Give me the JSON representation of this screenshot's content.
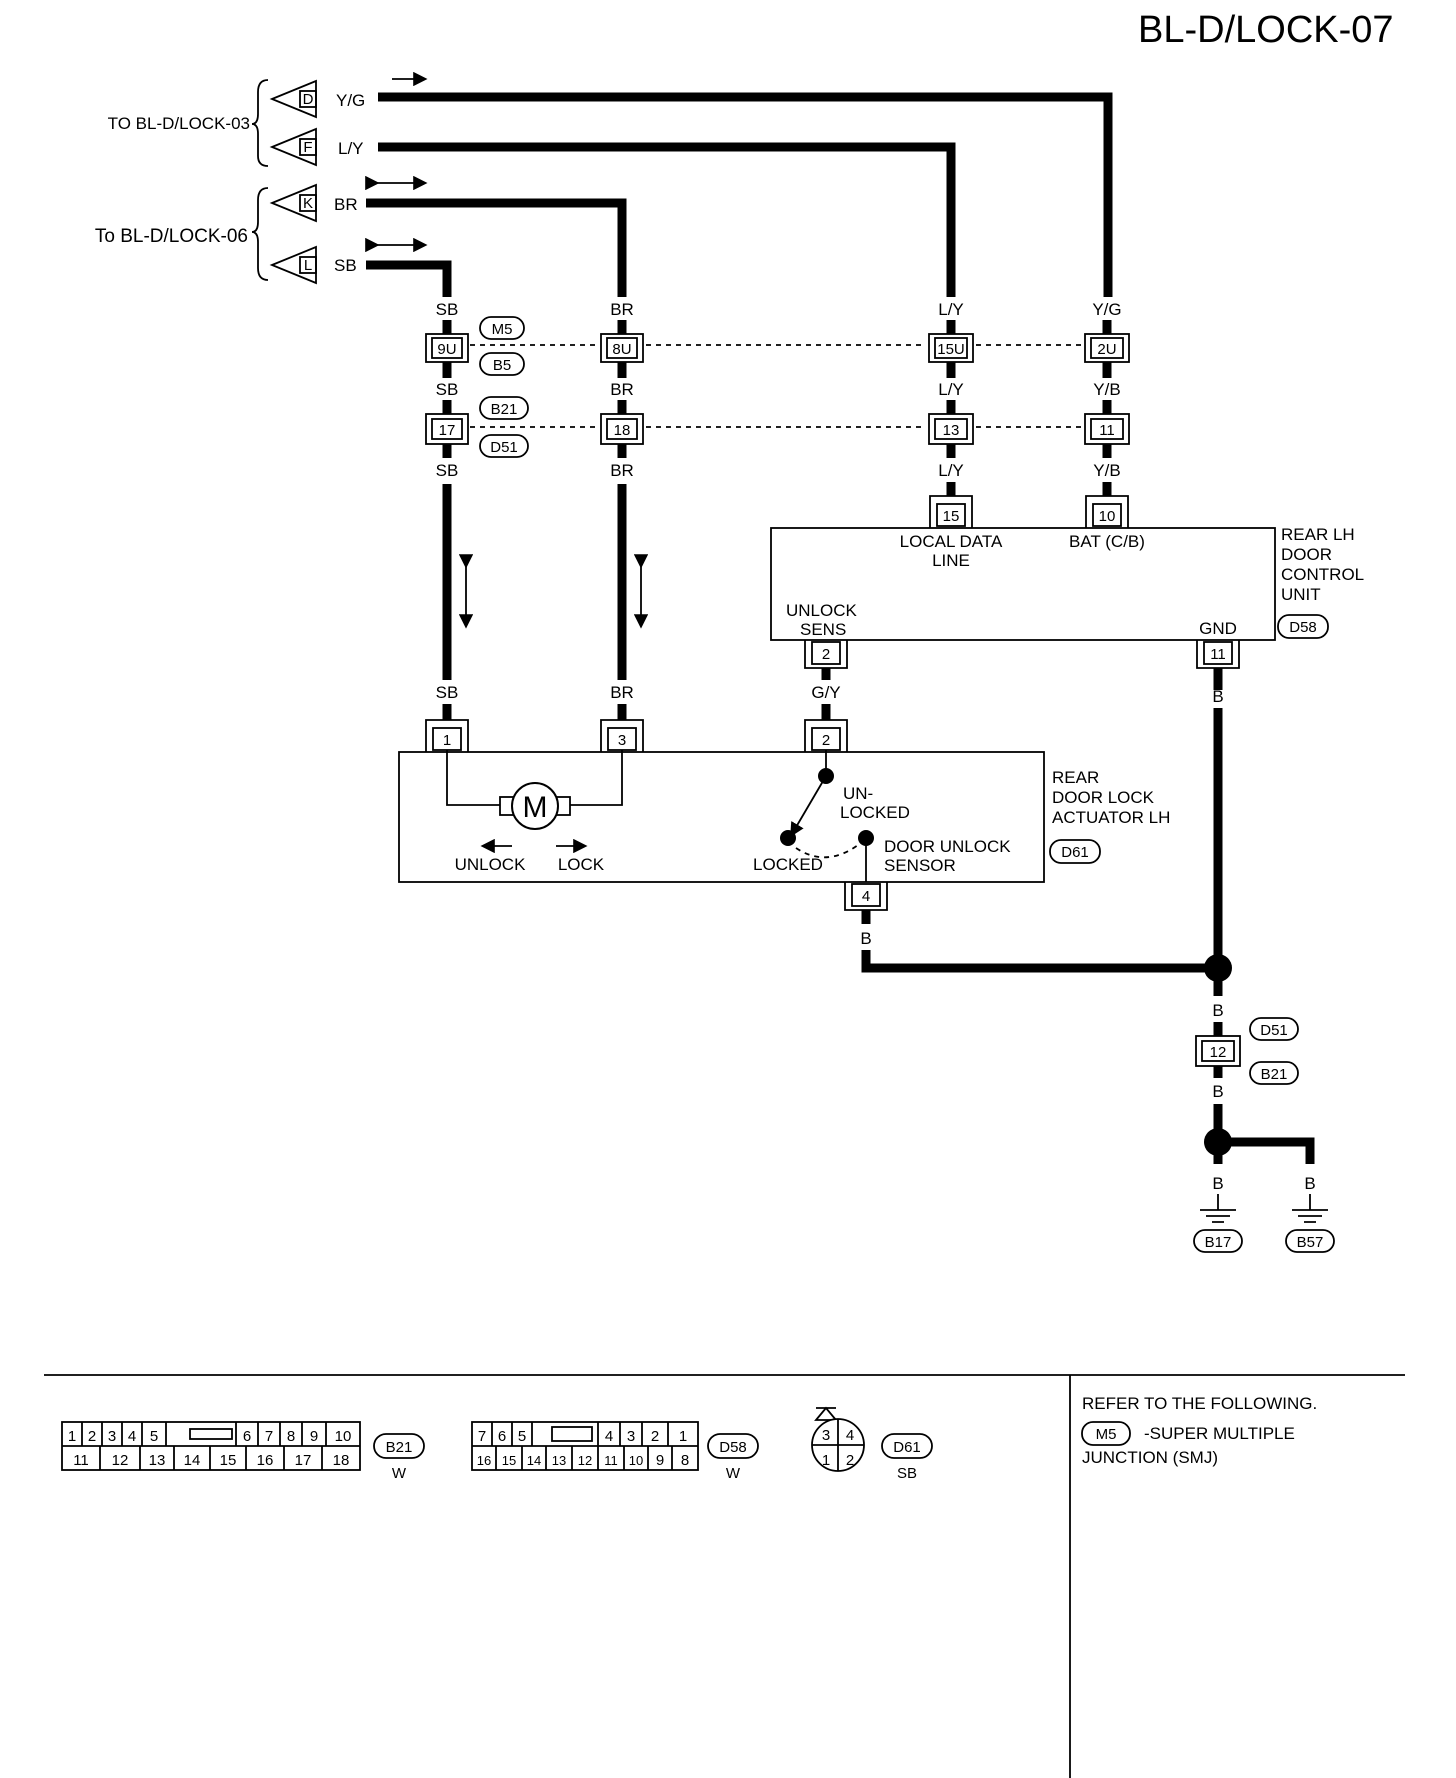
{
  "title": "BL-D/LOCK-07",
  "refs": {
    "to_lock03": "TO BL-D/LOCK-03",
    "to_lock06": "To BL-D/LOCK-06"
  },
  "connectors": {
    "D": {
      "letter": "D",
      "color": "Y/G"
    },
    "F": {
      "letter": "F",
      "color": "L/Y"
    },
    "K": {
      "letter": "K",
      "color": "BR"
    },
    "L": {
      "letter": "L",
      "color": "SB"
    }
  },
  "wires": {
    "sb": "SB",
    "br": "BR",
    "ly": "L/Y",
    "yg": "Y/G",
    "yb": "Y/B",
    "gy": "G/Y",
    "b": "B"
  },
  "junctions": {
    "m5": "M5",
    "b5": "B5",
    "b21": "B21",
    "d51": "D51",
    "pins_row1": [
      "9U",
      "8U",
      "15U",
      "2U"
    ],
    "pins_row2": [
      "17",
      "18",
      "13",
      "11"
    ]
  },
  "control_unit": {
    "name_lines": [
      "REAR LH",
      "DOOR",
      "CONTROL",
      "UNIT"
    ],
    "code": "D58",
    "pin_15": "15",
    "pin_10": "10",
    "pin_2": "2",
    "pin_11": "11",
    "local_data_line": [
      "LOCAL DATA",
      "LINE"
    ],
    "bat": "BAT (C/B)",
    "unlock_sens": [
      "UNLOCK",
      "SENS"
    ],
    "gnd": "GND"
  },
  "actuator": {
    "name_lines": [
      "REAR",
      "DOOR LOCK",
      "ACTUATOR LH"
    ],
    "code": "D61",
    "pin_1": "1",
    "pin_3": "3",
    "pin_2": "2",
    "pin_4": "4",
    "motor": "M",
    "unlock": "UNLOCK",
    "lock": "LOCK",
    "unlocked": [
      "UN-",
      "LOCKED"
    ],
    "locked": "LOCKED",
    "sensor": [
      "DOOR UNLOCK",
      "SENSOR"
    ]
  },
  "ground": {
    "joint_pin": "12",
    "d51": "D51",
    "b21": "B21",
    "g1": "B17",
    "g2": "B57"
  },
  "legend": {
    "b21": {
      "code": "B21",
      "color": "W",
      "top": [
        "1",
        "2",
        "3",
        "4",
        "5",
        "6",
        "7",
        "8",
        "9",
        "10"
      ],
      "bottom": [
        "11",
        "12",
        "13",
        "14",
        "15",
        "16",
        "17",
        "18"
      ]
    },
    "d58": {
      "code": "D58",
      "color": "W",
      "top": [
        "7",
        "6",
        "5",
        "4",
        "3",
        "2",
        "1"
      ],
      "bottom": [
        "16",
        "15",
        "14",
        "13",
        "12",
        "11",
        "10",
        "9",
        "8"
      ]
    },
    "d61": {
      "code": "D61",
      "color": "SB",
      "pins": [
        "3",
        "4",
        "1",
        "2"
      ]
    },
    "refer": "REFER TO THE FOLLOWING.",
    "m5": "M5",
    "smj": "-SUPER MULTIPLE",
    "smj2": "JUNCTION (SMJ)"
  }
}
